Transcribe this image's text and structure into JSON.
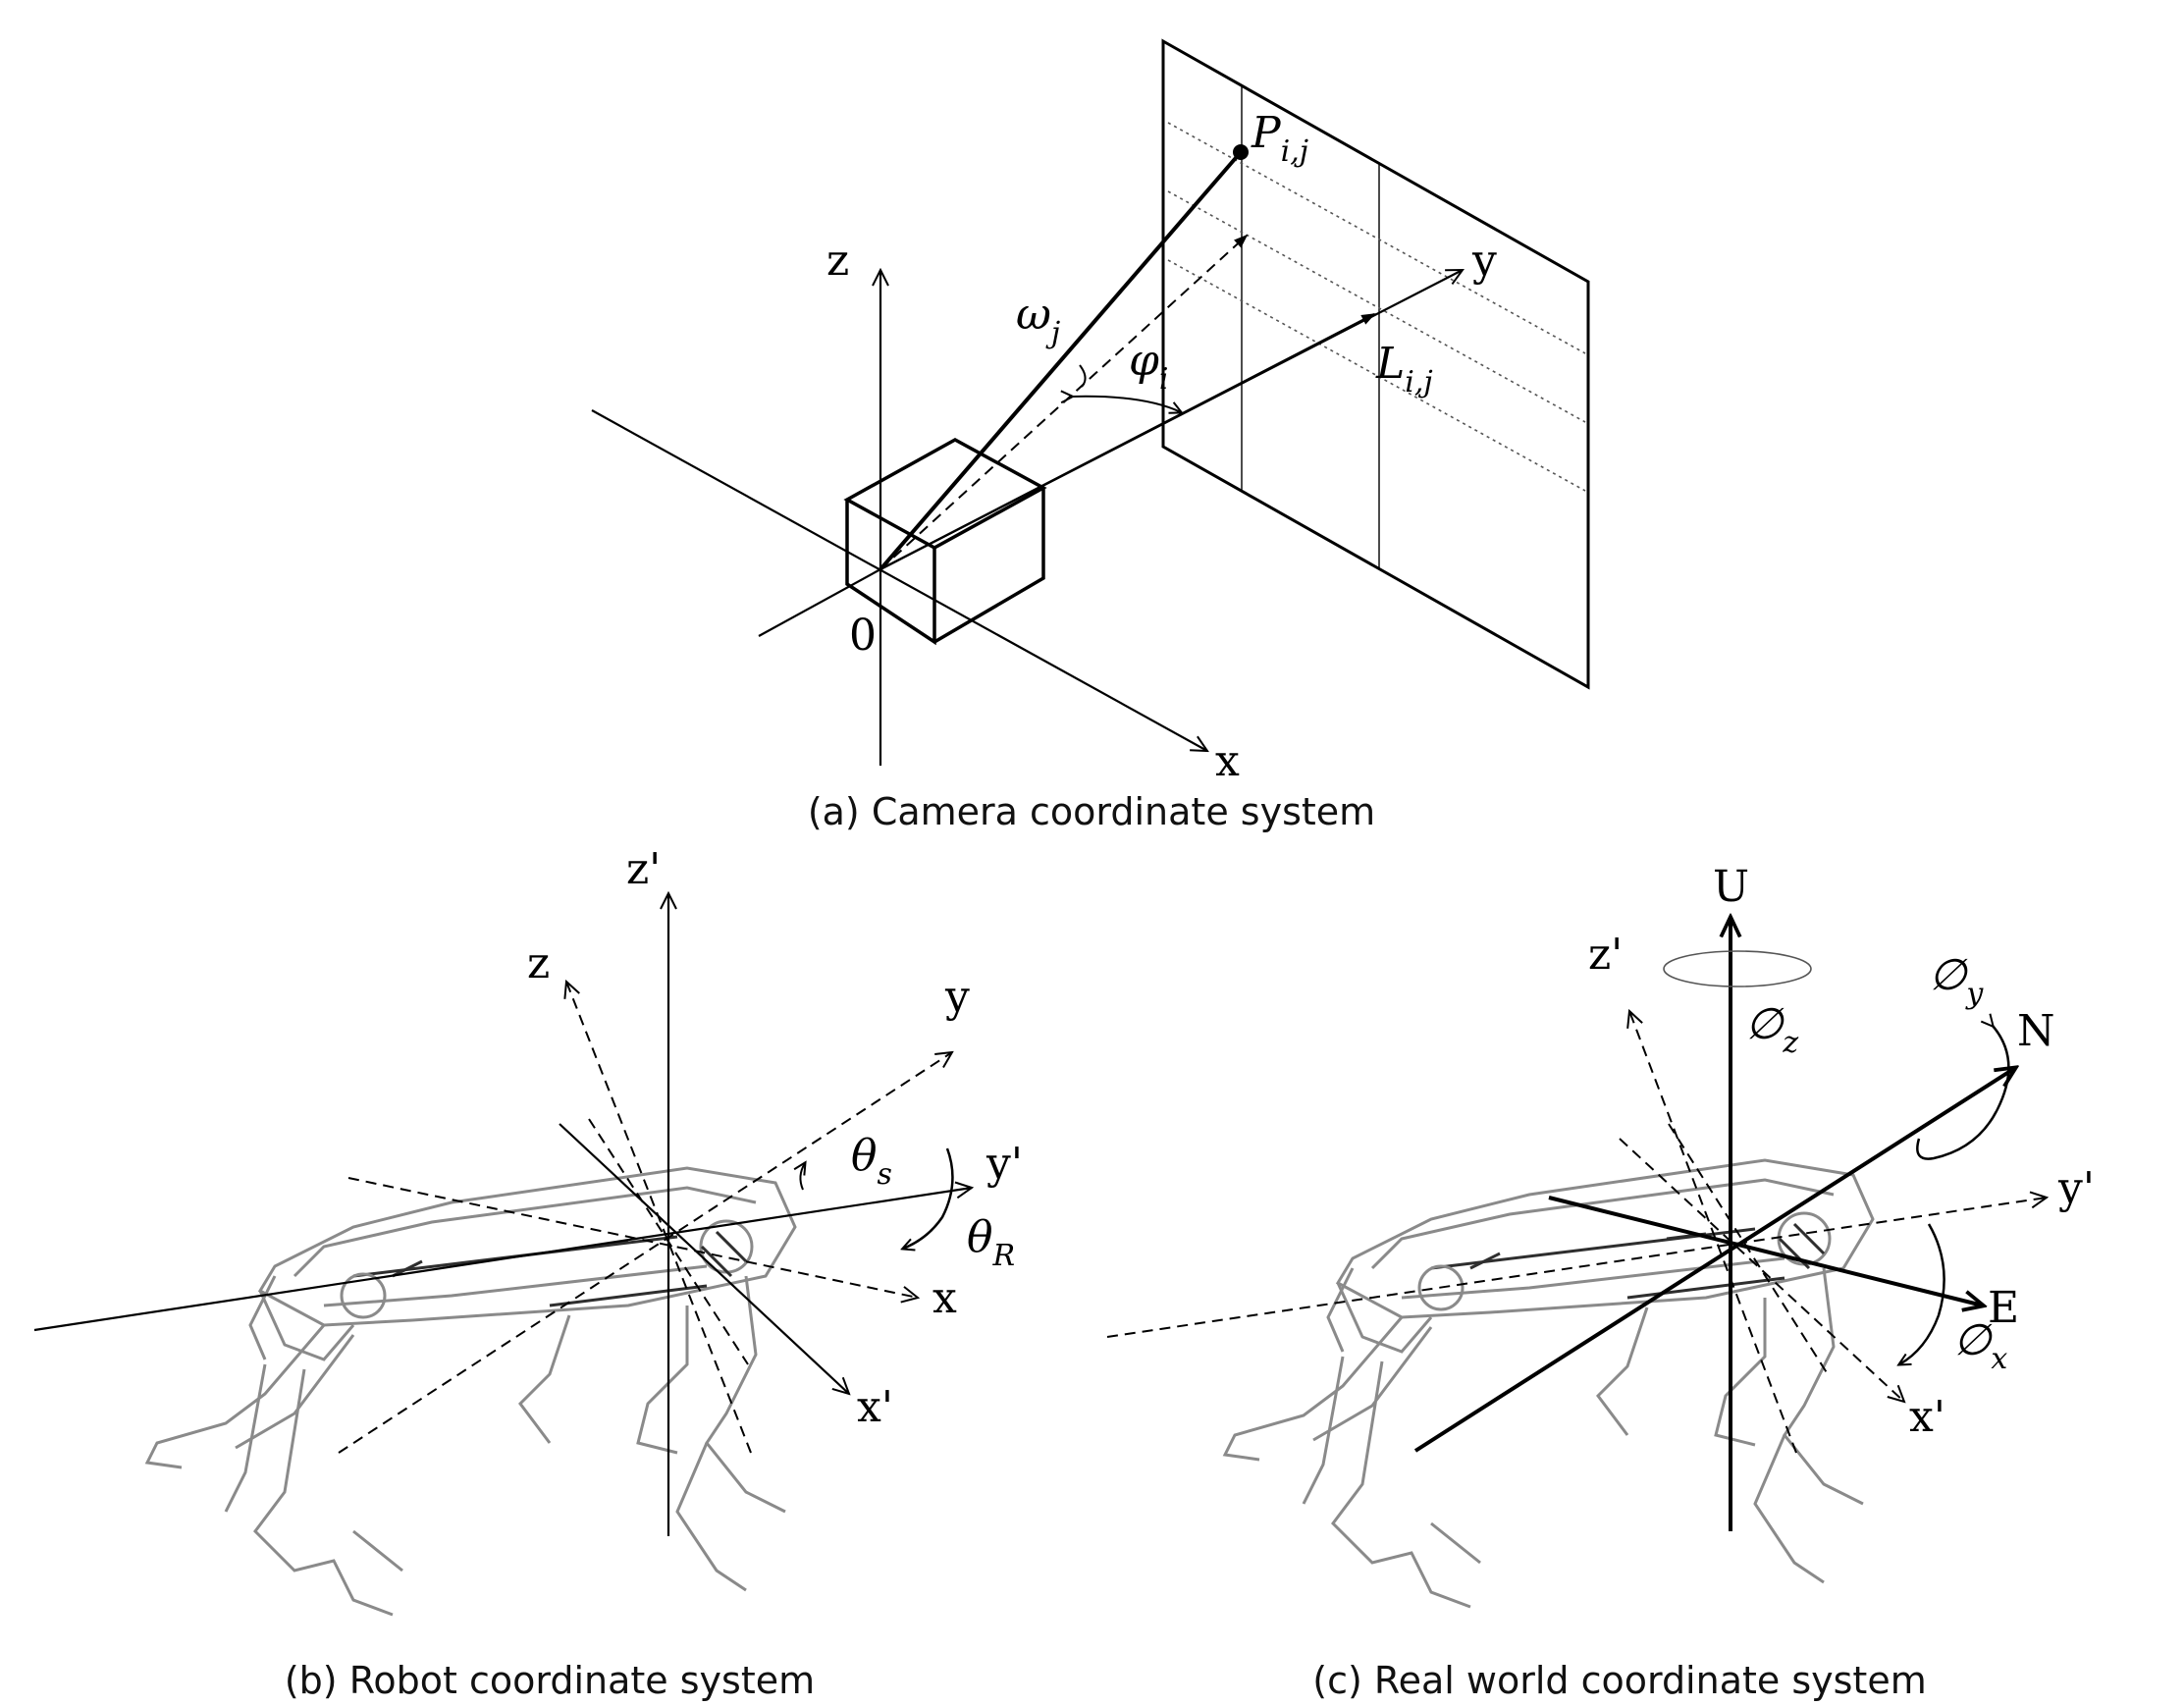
{
  "panels": {
    "camera": {
      "caption": "(a) Camera coordinate system",
      "axis_z": "z",
      "axis_y": "y",
      "axis_x": "x",
      "origin": "0",
      "p_base": "P",
      "p_sub": "i,j",
      "l_base": "L",
      "l_sub": "i,j",
      "omega_base": "ω",
      "omega_sub": "j",
      "phi_base": "φ",
      "phi_sub": "i"
    },
    "robot": {
      "caption": "(b) Robot coordinate system",
      "axis_z_prime": "z'",
      "axis_z": "z",
      "axis_y": "y",
      "axis_y_prime": "y'",
      "axis_x": "x",
      "axis_x_prime": "x'",
      "theta_s_base": "θ",
      "theta_s_sub": "s",
      "theta_r_base": "θ",
      "theta_r_sub": "R"
    },
    "world": {
      "caption": "(c) Real world coordinate system",
      "axis_u": "U",
      "axis_z_prime": "z'",
      "axis_n": "N",
      "axis_y_prime": "y'",
      "axis_e": "E",
      "axis_x_prime": "x'",
      "phi_z_base": "∅",
      "phi_z_sub": "z",
      "phi_y_base": "∅",
      "phi_y_sub": "y",
      "phi_x_base": "∅",
      "phi_x_sub": "x"
    }
  }
}
